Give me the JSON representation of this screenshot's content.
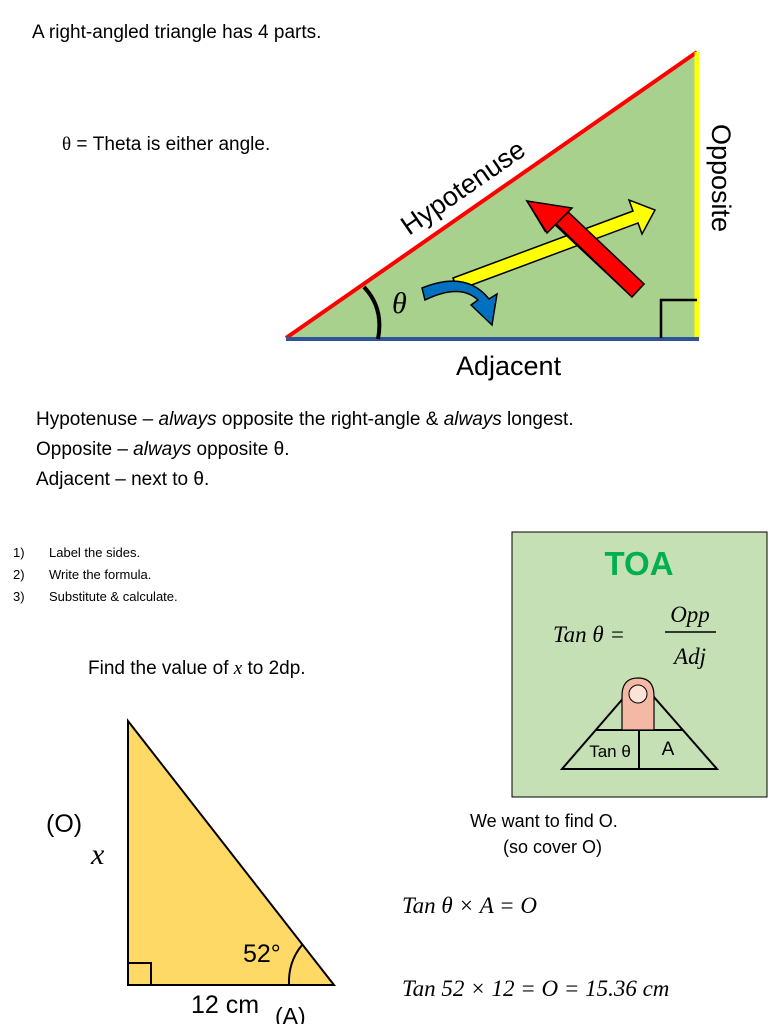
{
  "title": "A right-angled triangle has 4 parts.",
  "theta_note": {
    "symbol": "θ",
    "eq": "=",
    "text": "Theta is either angle."
  },
  "diagram": {
    "hypotenuse": "Hypotenuse",
    "opposite": "Opposite",
    "adjacent": "Adjacent",
    "theta": "θ",
    "colors": {
      "fill": "#a9d18e",
      "hypotenuse": "#ff0000",
      "opposite": "#ffff00",
      "adjacent": "#2f5597",
      "curved_arrow": "#0070c0",
      "red_arrow": "#ff0000",
      "yellow_arrow": "#ffff00"
    }
  },
  "definitions": [
    {
      "pre": "Hypotenuse – ",
      "em1": "always",
      "mid": " opposite the right-angle & ",
      "em2": "always",
      "post": " longest."
    },
    {
      "pre": "Opposite – ",
      "em1": "always",
      "mid": " opposite θ.",
      "em2": "",
      "post": ""
    },
    {
      "pre": "Adjacent – next to θ.",
      "em1": "",
      "mid": "",
      "em2": "",
      "post": ""
    }
  ],
  "steps": [
    {
      "num": "1)",
      "text": "Label the sides."
    },
    {
      "num": "2)",
      "text": "Write the formula."
    },
    {
      "num": "3)",
      "text": "Substitute & calculate."
    }
  ],
  "toa_box": {
    "heading": "TOA",
    "formula_lhs": "Tan θ =",
    "numerator": "Opp",
    "denominator": "Adj",
    "cell_left": "Tan θ",
    "cell_right": "A",
    "colors": {
      "background": "#c5e0b4",
      "heading": "#00b050",
      "finger": "#f4b9a5"
    }
  },
  "problem": {
    "prompt_pre": "Find the value of ",
    "variable": "x",
    "prompt_post": " to 2dp.",
    "label_o": "(O)",
    "label_x": "x",
    "angle": "52°",
    "base": "12 cm",
    "label_a": "(A)",
    "colors": {
      "fill": "#ffd966"
    }
  },
  "solution": {
    "want_line1": "We want to find O.",
    "want_line2": "(so cover O)",
    "eq1": "Tan θ × A  = O",
    "eq2": "Tan 52 × 12 = O = 15.36 cm"
  }
}
